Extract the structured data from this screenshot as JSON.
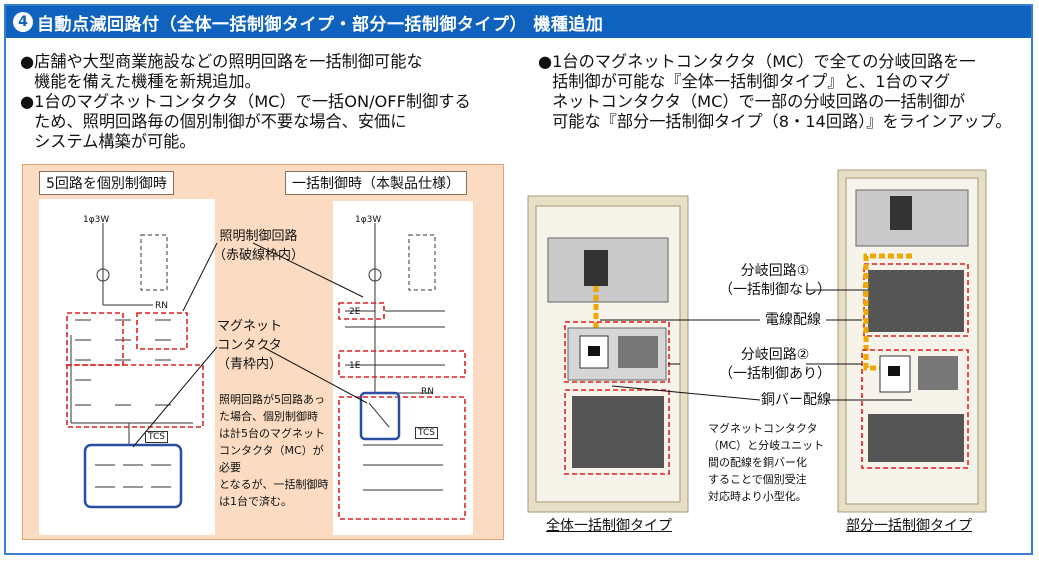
{
  "header": {
    "number": "4",
    "title": "自動点滅回路付（全体一括制御タイプ・部分一括制御タイプ） 機種追加"
  },
  "bullets_left": [
    {
      "line1": "店舗や大型商業施設などの照明回路を一括制御可能な",
      "line2": "機能を備えた機種を新規追加。"
    },
    {
      "line1": "1台のマグネットコンタクタ（MC）で一括ON/OFF制御する",
      "line2": "ため、照明回路毎の個別制御が不要な場合、安価に",
      "line3": "システム構築が可能。"
    }
  ],
  "bullets_right": [
    {
      "line1": "1台のマグネットコンタクタ（MC）で全ての分岐回路を一",
      "line2": "括制御が可能な『全体一括制御タイプ』と、1台のマグ",
      "line3": "ネットコンタクタ（MC）で一部の分岐回路の一括制御が",
      "line4": "可能な『部分一括制御タイプ（8・14回路）』をラインアップ。"
    }
  ],
  "bullet_mark": "●",
  "diagram": {
    "tag_left": "5回路を個別制御時",
    "tag_right": "一括制御時（本製品仕様）",
    "callout_lighting_1": "照明制御回路",
    "callout_lighting_2": "（赤破線枠内）",
    "callout_mc_1": "マグネット",
    "callout_mc_2": "コンタクタ",
    "callout_mc_3": "（青枠内）",
    "note": [
      "照明回路が5回路あっ",
      "た場合、個別制御時",
      "は計5台のマグネット",
      "コンタクタ（MC）が必要",
      "となるが、一括制御時",
      "は1台で済む。"
    ],
    "phase_label": "1φ3W",
    "rn": "RN",
    "tcs": "TCS",
    "label_2e": "2E",
    "label_1e": "1E"
  },
  "right": {
    "branch1_1": "分岐回路①",
    "branch1_2": "（一括制御なし）",
    "wire": "電線配線",
    "branch2_1": "分岐回路②",
    "branch2_2": "（一括制御あり）",
    "copper": "銅バー配線",
    "copper_note": [
      "マグネットコンタクタ",
      "（MC）と分岐ユニット",
      "間の配線を銅バー化",
      "することで個別受注",
      "対応時より小型化。"
    ],
    "caption_left": "全体一括制御タイプ",
    "caption_right": "部分一括制御タイプ"
  },
  "colors": {
    "header": "#0f63bf",
    "panel": "#fbdcc3",
    "red_dash": "#e02020",
    "blue_frame": "#2a4fa0",
    "wire": "#f0a800"
  }
}
